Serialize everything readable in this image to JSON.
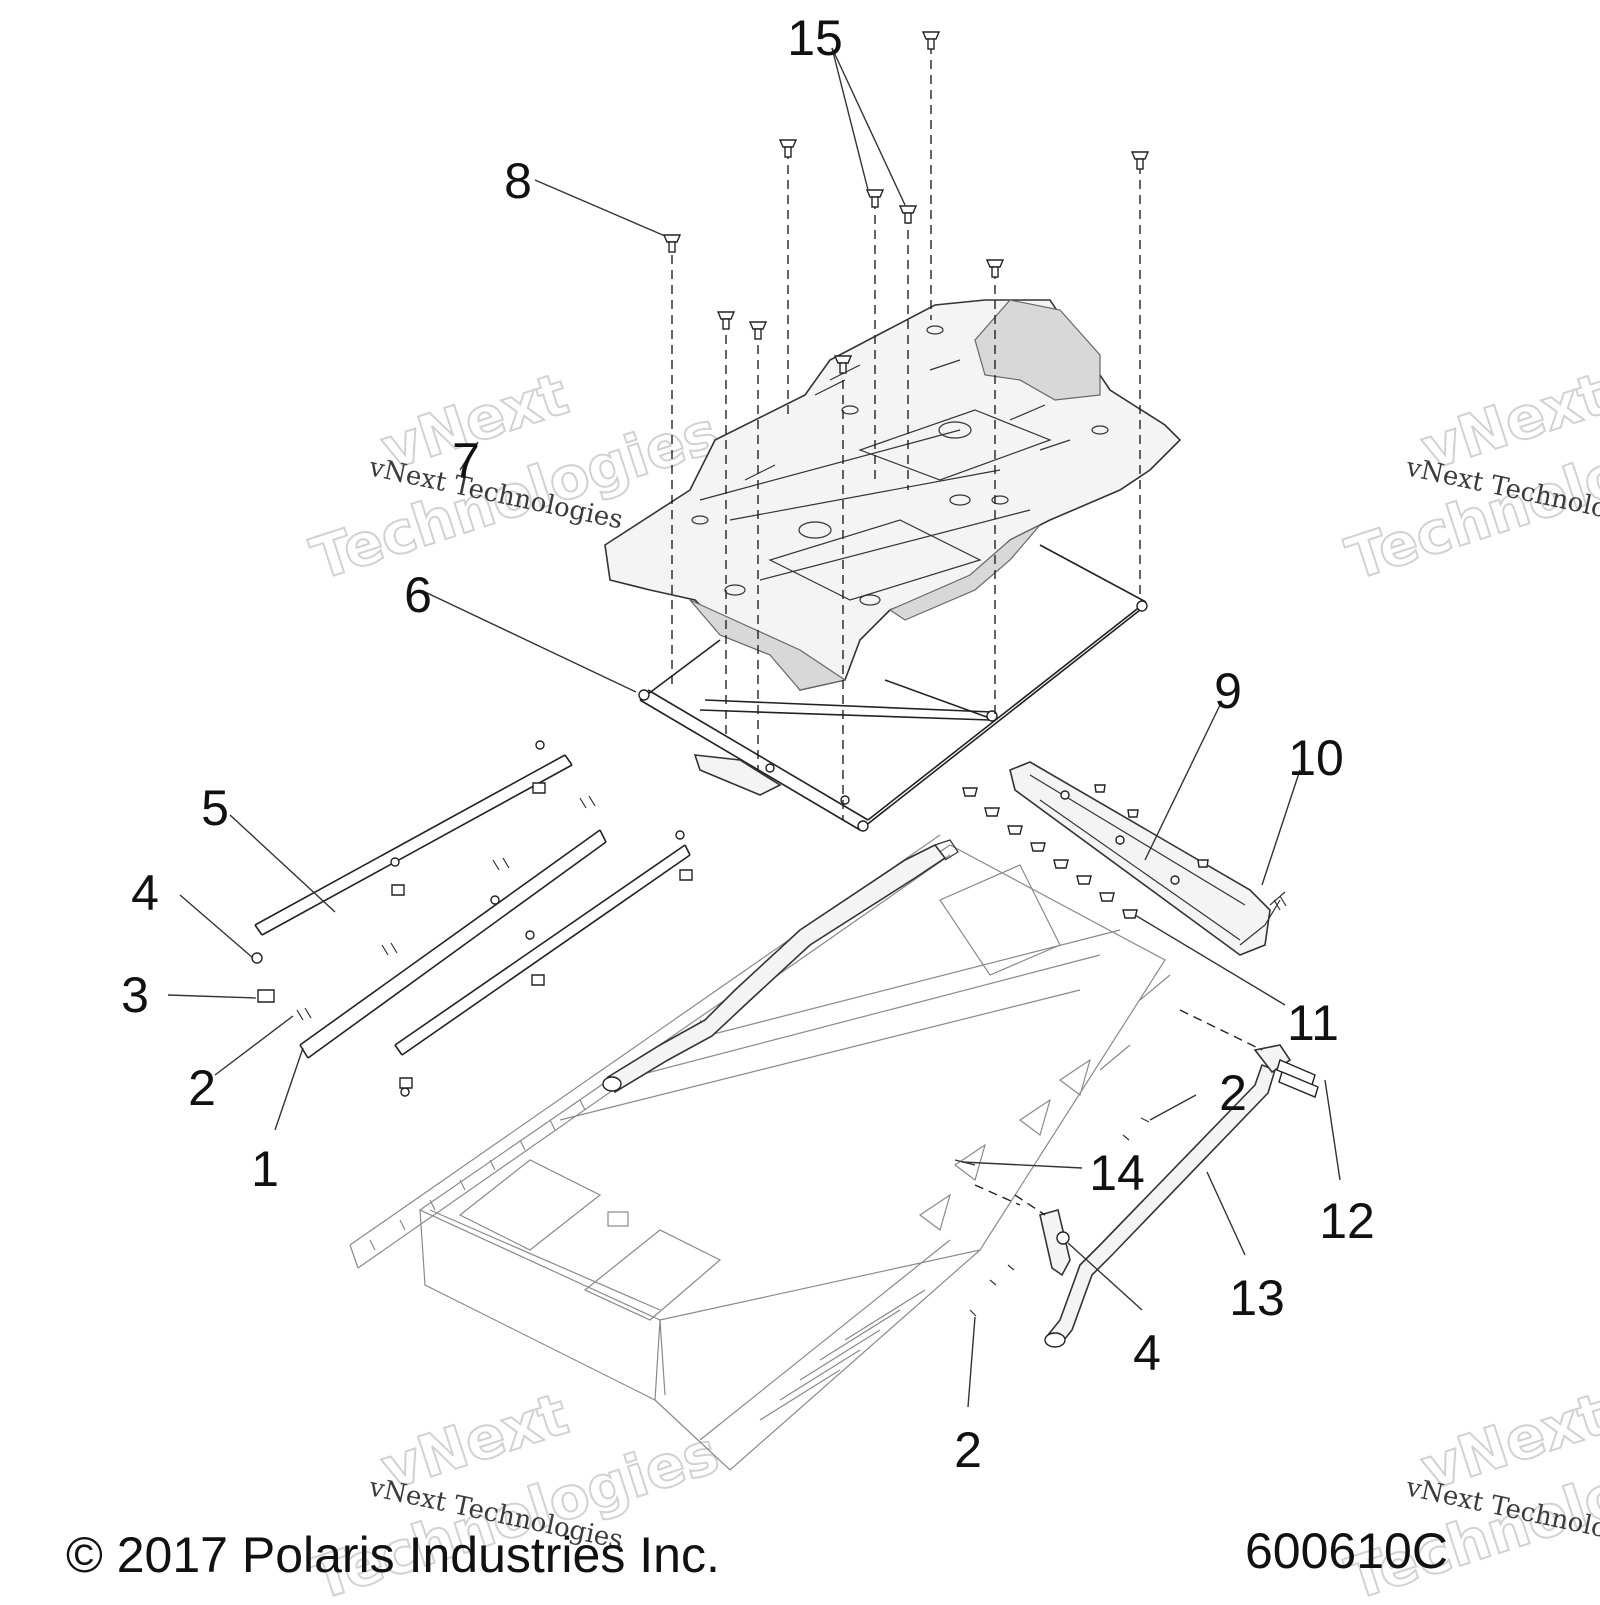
{
  "callouts": [
    {
      "id": "c15",
      "label": "15"
    },
    {
      "id": "c8",
      "label": "8"
    },
    {
      "id": "c7",
      "label": "7"
    },
    {
      "id": "c6",
      "label": "6"
    },
    {
      "id": "c9",
      "label": "9"
    },
    {
      "id": "c10",
      "label": "10"
    },
    {
      "id": "c5",
      "label": "5"
    },
    {
      "id": "c4a",
      "label": "4"
    },
    {
      "id": "c3",
      "label": "3"
    },
    {
      "id": "c2a",
      "label": "2"
    },
    {
      "id": "c1",
      "label": "1"
    },
    {
      "id": "c11",
      "label": "11"
    },
    {
      "id": "c2b",
      "label": "2"
    },
    {
      "id": "c14",
      "label": "14"
    },
    {
      "id": "c12",
      "label": "12"
    },
    {
      "id": "c13",
      "label": "13"
    },
    {
      "id": "c4b",
      "label": "4"
    },
    {
      "id": "c2c",
      "label": "2"
    }
  ],
  "watermark": {
    "brand_top": "vNext",
    "brand_bottom": "Technologies",
    "caption": "vNext Technologies"
  },
  "footer": {
    "copyright": "© 2017 Polaris Industries Inc.",
    "diagram_number": "600610C"
  }
}
